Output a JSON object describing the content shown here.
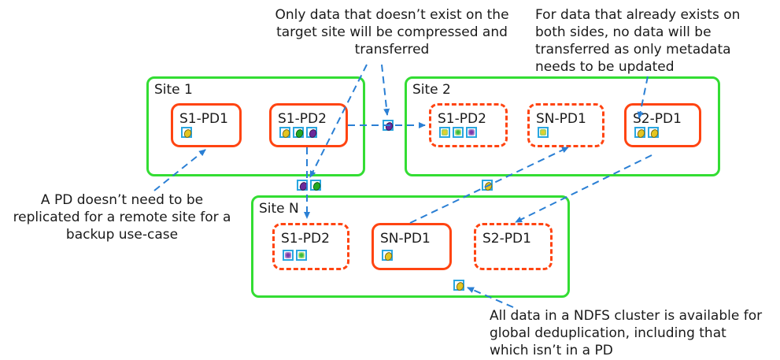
{
  "annotations": {
    "new_data": [
      "Only data that doesn’t exist on the",
      "target site will be compressed and",
      "transferred"
    ],
    "existing_data": [
      "For data that already exists on",
      "both sides, no data will be",
      "transferred as only metadata",
      "needs to be updated"
    ],
    "no_replication": [
      "A PD doesn’t need to be",
      "replicated for a remote site for a",
      "backup use-case"
    ],
    "global_dedup": [
      "All data in a NDFS cluster is available for",
      "global deduplication, including that",
      "which isn’t in a PD"
    ]
  },
  "sites": {
    "site1": {
      "label": "Site 1",
      "pd1": "S1-PD1",
      "pd2": "S1-PD2"
    },
    "site2": {
      "label": "Site 2",
      "pd1": "S1-PD2",
      "pd2": "SN-PD1",
      "pd3": "S2-PD1"
    },
    "siteN": {
      "label": "Site N",
      "pd1": "S1-PD2",
      "pd2": "SN-PD1",
      "pd3": "S2-PD1"
    }
  },
  "colors": {
    "site_border": "#33dd33",
    "pd_border": "#ff4411",
    "arrow": "#2a7fd4",
    "block_border": "#29a6e0",
    "block_gold": "#e3c521",
    "block_green": "#22aa22",
    "block_purple": "#6a2a9a"
  }
}
